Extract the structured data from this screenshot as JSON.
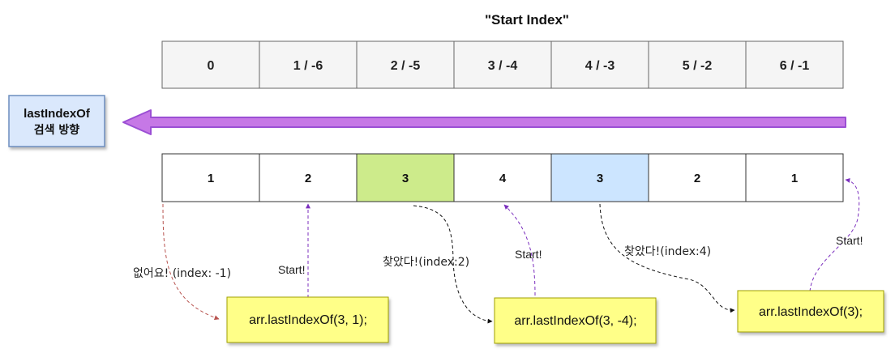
{
  "title": "\"Start Index\"",
  "index_cells": [
    "0",
    "1 / -6",
    "2 / -5",
    "3 / -4",
    "4 / -3",
    "5 / -2",
    "6 / -1"
  ],
  "value_cells": [
    "1",
    "2",
    "3",
    "4",
    "3",
    "2",
    "1"
  ],
  "direction_box": {
    "title": "lastIndexOf",
    "subtitle": "검색 방향"
  },
  "annotations": {
    "not_found": "없어요! (index: -1)",
    "found_2": "찾았다!(index:2)",
    "found_4": "찾았다!(index:4)",
    "start_1": "Start!",
    "start_2": "Start!",
    "start_3": "Start!"
  },
  "code_boxes": {
    "call_1": "arr.lastIndexOf(3, 1);",
    "call_2": "arr.lastIndexOf(3, -4);",
    "call_3": "arr.lastIndexOf(3);"
  },
  "colors": {
    "index_fill": "#f5f5f5",
    "green_highlight": "#cdeb8b",
    "blue_highlight": "#cce5ff",
    "arrow_fill": "#c678e6",
    "arrow_stroke": "#9b4fd4",
    "code_fill": "#ffff88",
    "code_stroke": "#a0a000",
    "direction_fill": "#dae8fc",
    "direction_stroke": "#6c8ebf",
    "red_dashed": "#b85450",
    "purple_dashed": "#7b2fbe",
    "black_dashed": "#111111"
  }
}
